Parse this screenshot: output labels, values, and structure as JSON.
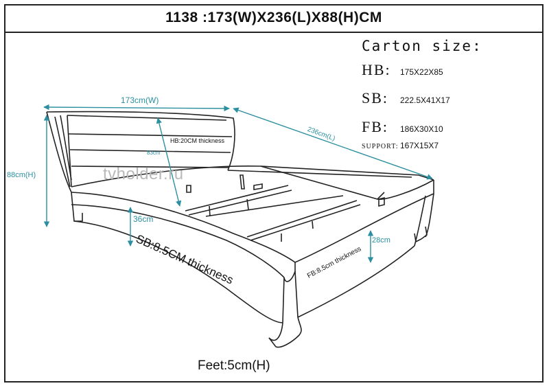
{
  "header": {
    "title": "1138 :173(W)X236(L)X88(H)CM"
  },
  "carton": {
    "title": "Carton size:",
    "rows": [
      {
        "key": "HB:",
        "value": "175X22X85"
      },
      {
        "key": "SB:",
        "value": "222.5X41X17"
      },
      {
        "key": "FB:",
        "value": "186X30X10"
      }
    ],
    "support": {
      "key": "SUPPORT:",
      "value": "167X15X7"
    }
  },
  "watermark": "tvholder.ru",
  "dimensions": {
    "width": "173cm(W)",
    "length": "236cm(L)",
    "height": "88cm(H)",
    "headboard_inner": "83cm",
    "side_height": "36cm",
    "footboard_height": "28cm"
  },
  "notes": {
    "hb_thickness": "HB:20CM thickness",
    "sb_thickness": "SB:8.5CM thickness",
    "fb_thickness": "FB:8.5cm thickness",
    "feet": "Feet:5cm(H)"
  },
  "colors": {
    "dimension_line": "#2c8fa0",
    "outline": "#222222"
  }
}
